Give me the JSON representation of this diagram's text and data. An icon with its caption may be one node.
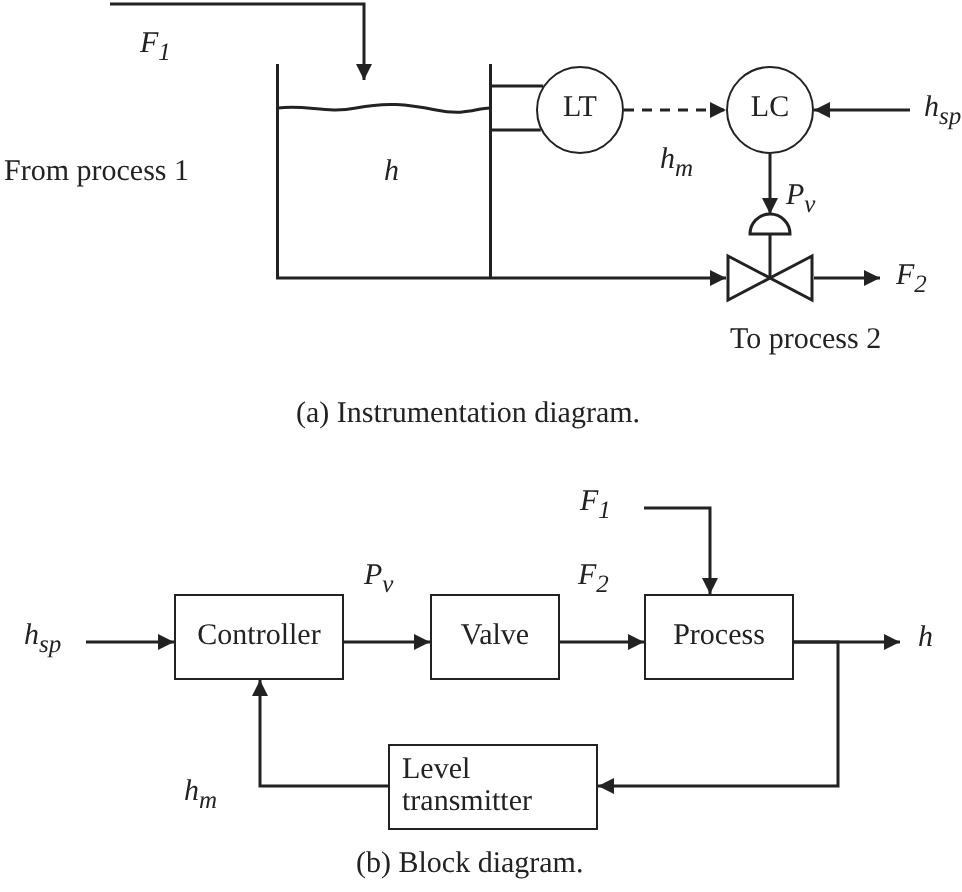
{
  "diagram": {
    "nodes": [
      {
        "text": [
          "h"
        ]
      },
      {
        "text": [
          "LT"
        ]
      },
      {
        "text": [
          "LC"
        ]
      },
      {
        "text": [],
        "shape": "valve"
      },
      {
        "text": [
          "Controller"
        ]
      },
      {
        "text": [
          "Valve"
        ]
      },
      {
        "text": [
          "Process"
        ]
      },
      {
        "text": [
          "Level transmitter"
        ]
      }
    ],
    "edges": [
      {
        "from": null,
        "to": 0,
        "arrow": "to",
        "label": "F$_{1}$"
      },
      {
        "from": 0,
        "to": 1,
        "arrow": "none"
      },
      {
        "from": 1,
        "to": 2,
        "arrow": "to",
        "style": "dashed",
        "label": "h$_{m}$"
      },
      {
        "from": null,
        "to": 2,
        "arrow": "to",
        "label": "h$_{sp}$"
      },
      {
        "from": 2,
        "to": 3,
        "arrow": "to",
        "label": "P$_{v}$"
      },
      {
        "from": 0,
        "to": 3,
        "arrow": "to"
      },
      {
        "from": 3,
        "to": null,
        "arrow": "to",
        "label": "F$_{2}$"
      },
      {
        "from": null,
        "to": 4,
        "arrow": "to",
        "label": "h$_{sp}$"
      },
      {
        "from": 4,
        "to": 5,
        "arrow": "to",
        "label": "P$_{v}$"
      },
      {
        "from": 5,
        "to": 6,
        "arrow": "to",
        "label": "F$_{2}$"
      },
      {
        "from": null,
        "to": 6,
        "arrow": "to",
        "label": "F$_{1}$"
      },
      {
        "from": 6,
        "to": null,
        "arrow": "to",
        "label": "h"
      },
      {
        "from": 6,
        "to": 7,
        "arrow": "to"
      },
      {
        "from": 7,
        "to": 4,
        "arrow": "to",
        "label": "h$_{m}$"
      }
    ],
    "labels": [
      "From process 1",
      "To process 2",
      "(a) Instrumentation diagram.",
      "(b) Block diagram."
    ]
  }
}
